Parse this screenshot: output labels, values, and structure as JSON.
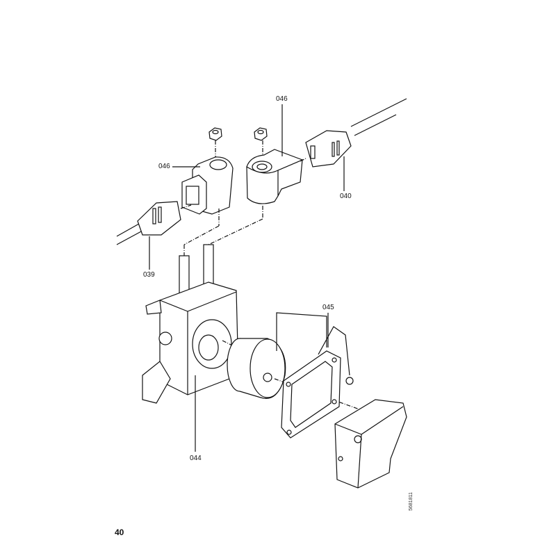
{
  "labels": {
    "coil_left": "046",
    "coil_right": "046",
    "connector_left": "039",
    "connector_right": "040",
    "gasket": "045",
    "pump": "044"
  },
  "page_number": "40",
  "document_id": "5681811"
}
